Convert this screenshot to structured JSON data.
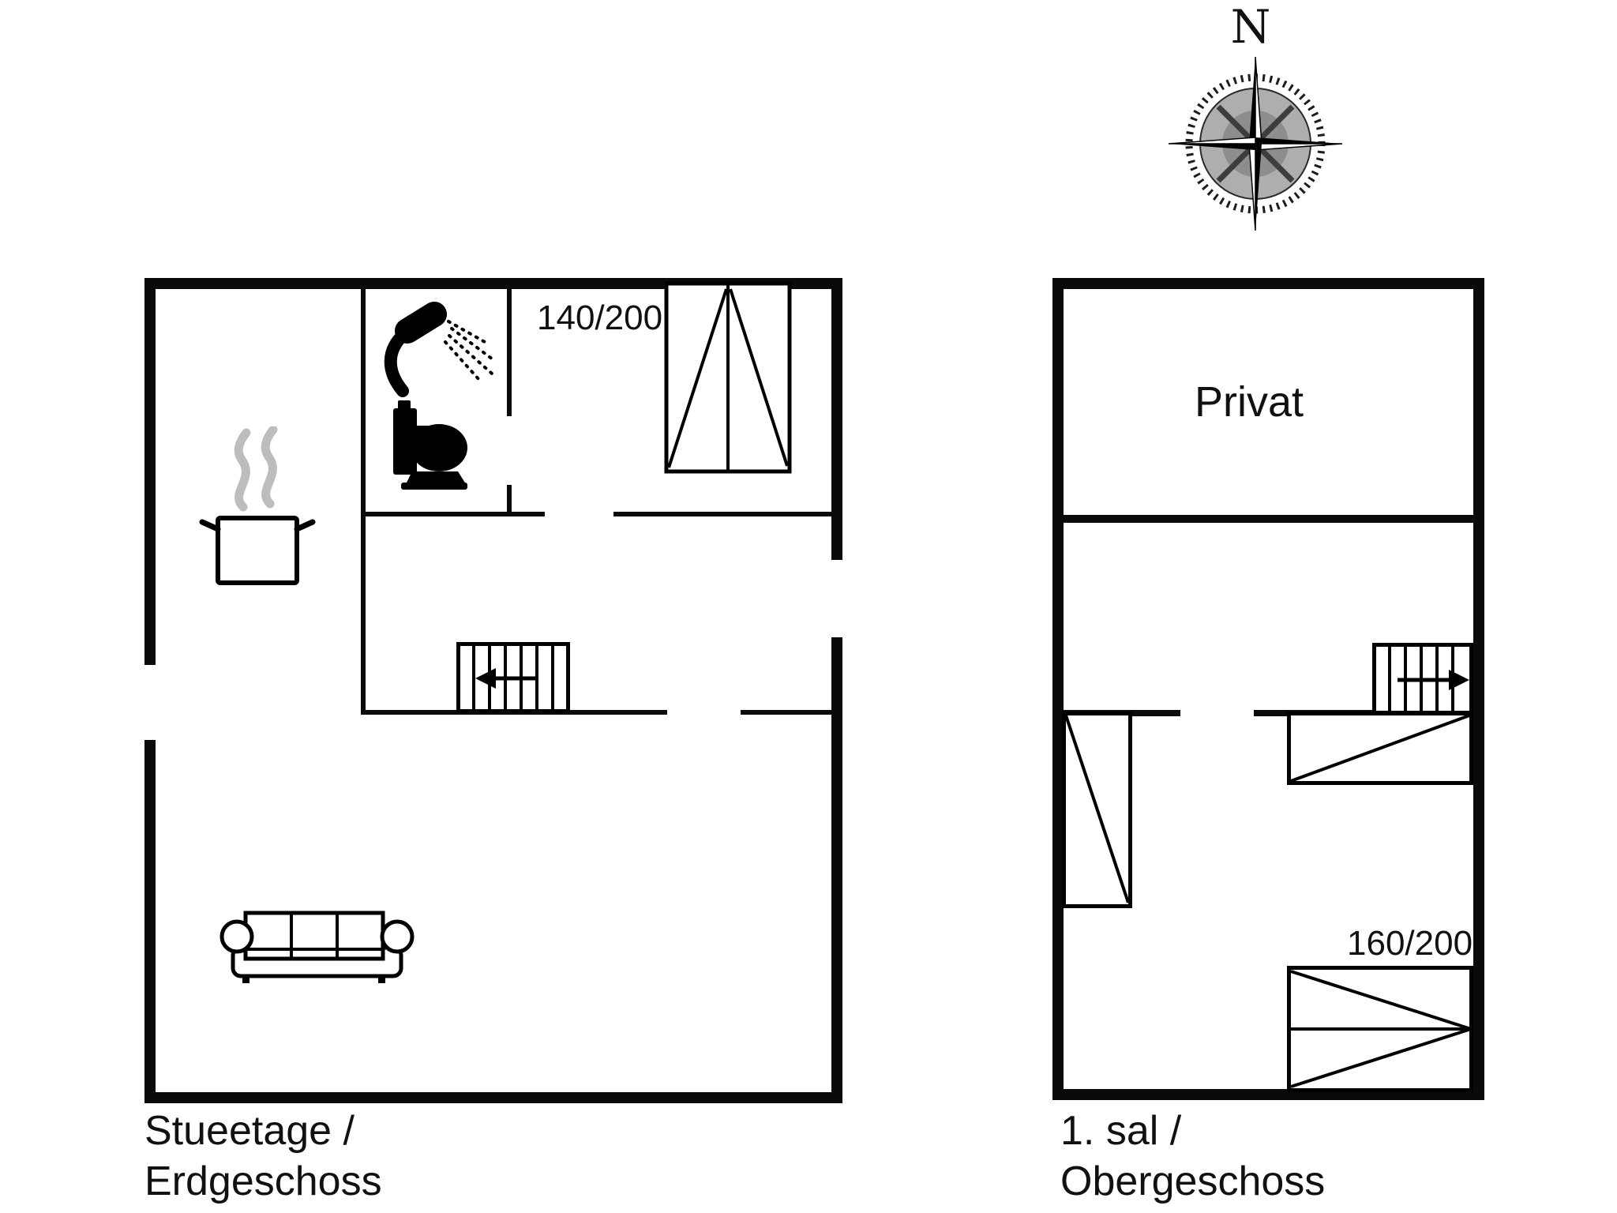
{
  "page": {
    "kind": "vacation-home floor plan",
    "background": "#ffffff",
    "ink_color": "#0a0a0a",
    "steam_color": "#bdbdbd"
  },
  "compass": {
    "north_label": "N"
  },
  "ground_floor": {
    "caption": {
      "line1": "Stueetage /",
      "line2": "Erdgeschoss"
    },
    "bed_size_label": "140/200",
    "fixtures": [
      "shower-icon",
      "toilet-icon",
      "cooking-pot-icon",
      "steam-icon",
      "double-bed-icon",
      "staircase-icon",
      "sofa-icon"
    ]
  },
  "upper_floor": {
    "caption": {
      "line1": "1. sal /",
      "line2": "Obergeschoss"
    },
    "room_label": "Privat",
    "bed_size_label": "160/200",
    "fixtures": [
      "staircase-icon",
      "bed-icon",
      "bed-icon",
      "double-bed-icon"
    ]
  }
}
